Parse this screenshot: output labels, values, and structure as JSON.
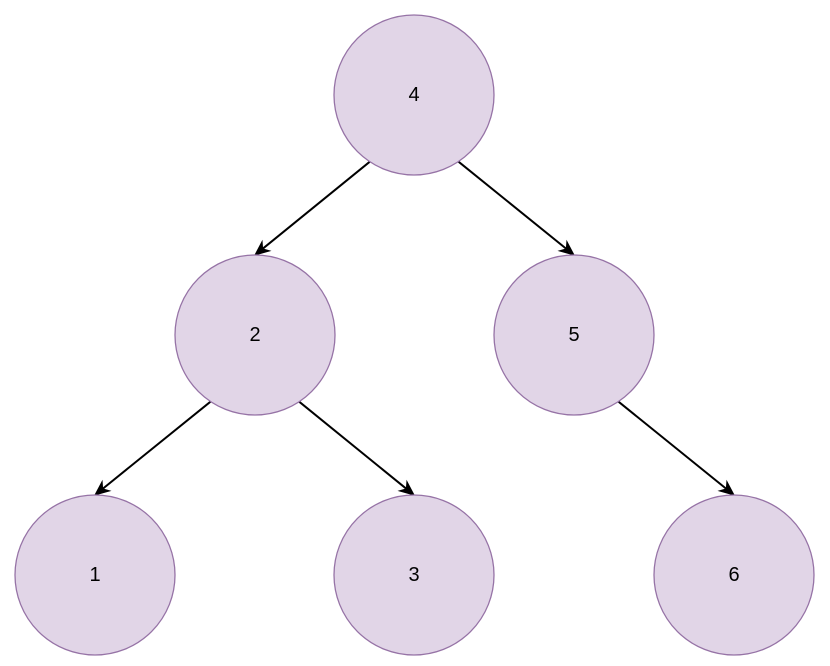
{
  "colors": {
    "node_fill": "#e1d5e7",
    "node_stroke": "#9673a6",
    "edge": "#000000",
    "label": "#000000"
  },
  "nodes": [
    {
      "id": "n4",
      "label": "4"
    },
    {
      "id": "n2",
      "label": "2"
    },
    {
      "id": "n5",
      "label": "5"
    },
    {
      "id": "n1",
      "label": "1"
    },
    {
      "id": "n3",
      "label": "3"
    },
    {
      "id": "n6",
      "label": "6"
    }
  ],
  "edges": [
    {
      "from": "n4",
      "to": "n2"
    },
    {
      "from": "n4",
      "to": "n5"
    },
    {
      "from": "n2",
      "to": "n1"
    },
    {
      "from": "n2",
      "to": "n3"
    },
    {
      "from": "n5",
      "to": "n6"
    }
  ]
}
